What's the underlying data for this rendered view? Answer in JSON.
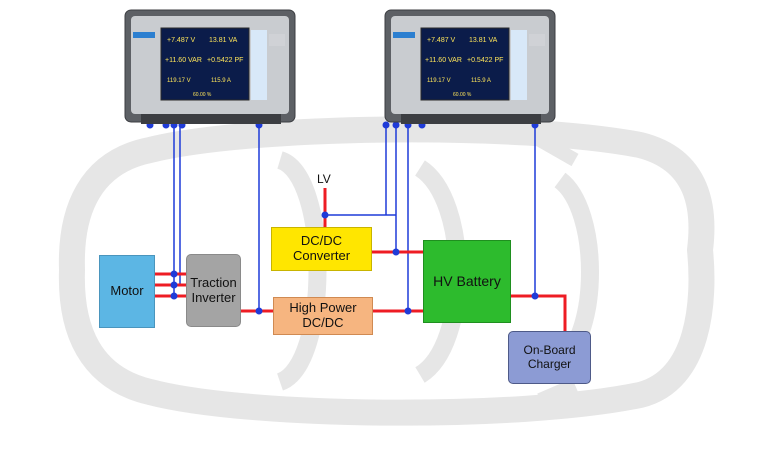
{
  "diagram": {
    "nodes": {
      "motor": "Motor",
      "traction_inverter": "Traction\nInverter",
      "dcdc_converter": "DC/DC\nConverter",
      "high_power_dcdc": "High Power\nDC/DC",
      "hv_battery": "HV Battery",
      "onboard_charger": "On-Board\nCharger"
    },
    "lv_label": "LV"
  },
  "colors": {
    "power_line": "#ee1c24",
    "measurement_line": "#1f3bd8",
    "car_silhouette": "#e8e8e8"
  },
  "analyzer_display": {
    "left": [
      "+7.487 V",
      "13.81 VA",
      "+11.60 VAR",
      "+0.5422 PF",
      "119.17 V",
      "115.9 A",
      "60.00 %"
    ],
    "right": [
      "+7.487 V",
      "13.81 VA",
      "+11.60 VAR",
      "+0.5422 PF",
      "119.17 V",
      "115.9 A",
      "60.00 %"
    ]
  }
}
